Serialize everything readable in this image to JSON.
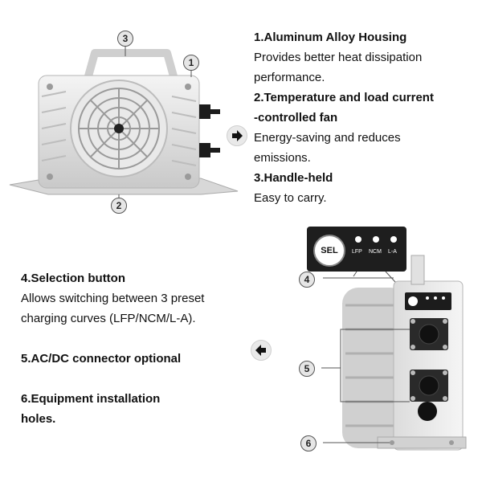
{
  "features_top": [
    {
      "num": "1",
      "title": "1.Aluminum Alloy Housing",
      "desc": [
        "Provides better heat dissipation",
        "performance."
      ]
    },
    {
      "num": "2",
      "title_lines": [
        "2.Temperature and load current",
        "-controlled fan"
      ],
      "desc": [
        "Energy-saving and reduces",
        "emissions."
      ]
    },
    {
      "num": "3",
      "title": "3.Handle-held",
      "desc": [
        "Easy to carry."
      ]
    }
  ],
  "features_bottom": [
    {
      "title": "4.Selection button",
      "desc": [
        "Allows switching between 3 preset",
        "charging curves (LFP/NCM/L-A)."
      ]
    },
    {
      "title": "5.AC/DC connector optional"
    },
    {
      "title_lines": [
        "6.Equipment installation",
        "holes."
      ]
    }
  ],
  "callouts": {
    "c1": "1",
    "c2": "2",
    "c3": "3",
    "c4": "4",
    "c5": "5",
    "c6": "6"
  },
  "panel": {
    "sel_label": "SEL",
    "leds": [
      "LFP",
      "NCM",
      "L-A"
    ]
  },
  "icons": {
    "arrow_right": "arrow-right-icon",
    "arrow_left": "arrow-left-icon"
  }
}
